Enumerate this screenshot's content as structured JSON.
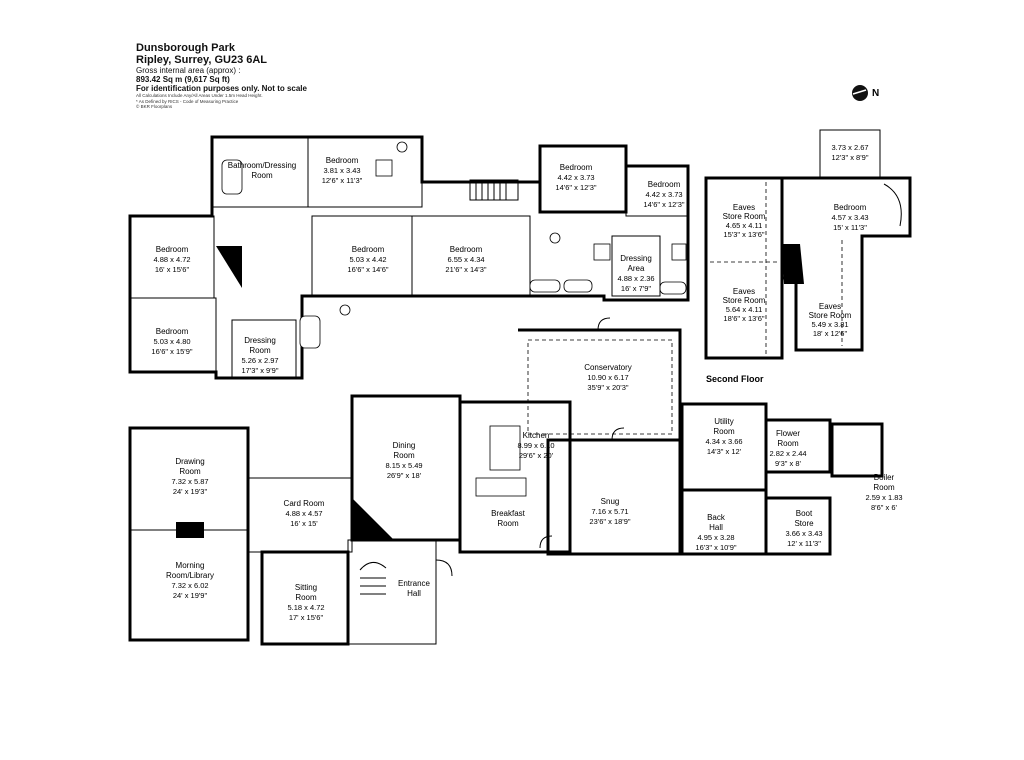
{
  "header": {
    "title_line1": "Dunsborough Park",
    "title_line2": "Ripley, Surrey, GU23 6AL",
    "area_label": "Gross internal area (approx) :",
    "area_value": "893.42 Sq m (9,617 Sq ft)",
    "disclaimer": "For identification purposes only. Not to scale",
    "note1": "All Calculations Include Any/All Areas Under 1.5m Head Height.",
    "note2": "* As Defined by RICS - Code of Measuring Practice",
    "copyright": "©   BKR Floorplans"
  },
  "compass": {
    "icon": "north-compass-icon",
    "letter": "N"
  },
  "floor_labels": {
    "second_floor": "Second Floor"
  },
  "rooms": {
    "bathroom_dressing": {
      "name": "Bathroom/Dressing Room",
      "name1": "Bathroom/Dressing",
      "name2": "Room"
    },
    "bedroom_a": {
      "name": "Bedroom",
      "dim_m": "3.81 x 3.43",
      "dim_ft": "12'6\" x 11'3\""
    },
    "bedroom_b": {
      "name": "Bedroom",
      "dim_m": "4.42 x 3.73",
      "dim_ft": "14'6\" x 12'3\""
    },
    "bedroom_c": {
      "name": "Bedroom",
      "dim_m": "4.42 x 3.73",
      "dim_ft": "14'6\" x 12'3\""
    },
    "bedroom_d": {
      "name": "Bedroom",
      "dim_m": "4.88 x 4.72",
      "dim_ft": "16' x 15'6\""
    },
    "bedroom_e": {
      "name": "Bedroom",
      "dim_m": "5.03 x 4.42",
      "dim_ft": "16'6\" x 14'6\""
    },
    "bedroom_f": {
      "name": "Bedroom",
      "dim_m": "6.55 x 4.34",
      "dim_ft": "21'6\" x 14'3\""
    },
    "dressing_area": {
      "name1": "Dressing",
      "name2": "Area",
      "dim_m": "4.88 x 2.36",
      "dim_ft": "16' x 7'9\""
    },
    "bedroom_g": {
      "name": "Bedroom",
      "dim_m": "5.03 x 4.80",
      "dim_ft": "16'6\" x 15'9\""
    },
    "dressing_room": {
      "name1": "Dressing",
      "name2": "Room",
      "dim_m": "5.26 x 2.97",
      "dim_ft": "17'3\" x 9'9\""
    },
    "sf_top": {
      "dim_m": "3.73 x 2.67",
      "dim_ft": "12'3\" x 8'9\""
    },
    "sf_bedroom": {
      "name": "Bedroom",
      "dim_m": "4.57 x 3.43",
      "dim_ft": "15' x 11'3\""
    },
    "eaves1": {
      "name1": "Eaves",
      "name2": "Store Room",
      "dim_m": "4.65 x 4.11",
      "dim_ft": "15'3\" x 13'6\""
    },
    "eaves2": {
      "name1": "Eaves",
      "name2": "Store Room",
      "dim_m": "5.64 x 4.11",
      "dim_ft": "18'6\" x 13'6\""
    },
    "eaves3": {
      "name1": "Eaves",
      "name2": "Store Room",
      "dim_m": "5.49 x 3.81",
      "dim_ft": "18' x 12'6\""
    },
    "conservatory": {
      "name": "Conservatory",
      "dim_m": "10.90 x 6.17",
      "dim_ft": "35'9\" x 20'3\""
    },
    "kitchen": {
      "name": "Kitchen",
      "dim_m": "8.99 x 6.10",
      "dim_ft": "29'6\" x 20'"
    },
    "breakfast": {
      "name1": "Breakfast",
      "name2": "Room"
    },
    "dining": {
      "name1": "Dining",
      "name2": "Room",
      "dim_m": "8.15 x 5.49",
      "dim_ft": "26'9\" x 18'"
    },
    "drawing": {
      "name1": "Drawing",
      "name2": "Room",
      "dim_m": "7.32 x 5.87",
      "dim_ft": "24' x 19'3\""
    },
    "morning": {
      "name1": "Morning",
      "name2": "Room/Library",
      "dim_m": "7.32 x 6.02",
      "dim_ft": "24' x 19'9\""
    },
    "card": {
      "name": "Card Room",
      "dim_m": "4.88 x 4.57",
      "dim_ft": "16' x 15'"
    },
    "sitting": {
      "name1": "Sitting",
      "name2": "Room",
      "dim_m": "5.18 x 4.72",
      "dim_ft": "17' x 15'6\""
    },
    "entrance": {
      "name1": "Entrance",
      "name2": "Hall"
    },
    "snug": {
      "name": "Snug",
      "dim_m": "7.16 x 5.71",
      "dim_ft": "23'6\" x 18'9\""
    },
    "utility": {
      "name1": "Utility",
      "name2": "Room",
      "dim_m": "4.34 x 3.66",
      "dim_ft": "14'3\" x 12'"
    },
    "flower": {
      "name1": "Flower",
      "name2": "Room",
      "dim_m": "2.82 x 2.44",
      "dim_ft": "9'3\" x 8'"
    },
    "boiler": {
      "name1": "Boiler",
      "name2": "Room",
      "dim_m": "2.59 x 1.83",
      "dim_ft": "8'6\" x 6'"
    },
    "back_hall": {
      "name1": "Back",
      "name2": "Hall",
      "dim_m": "4.95 x 3.28",
      "dim_ft": "16'3\" x 10'9\""
    },
    "boot": {
      "name1": "Boot",
      "name2": "Store",
      "dim_m": "3.66 x 3.43",
      "dim_ft": "12' x 11'3\""
    }
  }
}
